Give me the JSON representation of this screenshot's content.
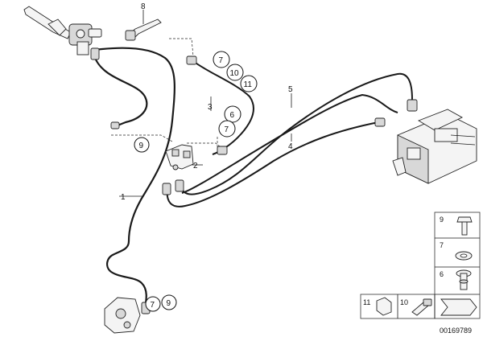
{
  "callouts": {
    "c1": "1",
    "c2": "2",
    "c3": "3",
    "c4": "4",
    "c5": "5",
    "c6": "6",
    "c7": "7",
    "c8": "8",
    "c9": "9",
    "c10": "10",
    "c11": "11"
  },
  "parts_grid": {
    "row_9": "9",
    "row_7": "7",
    "row_6": "6",
    "cell_11": "11",
    "cell_10": "10"
  },
  "part_number": "00169789"
}
